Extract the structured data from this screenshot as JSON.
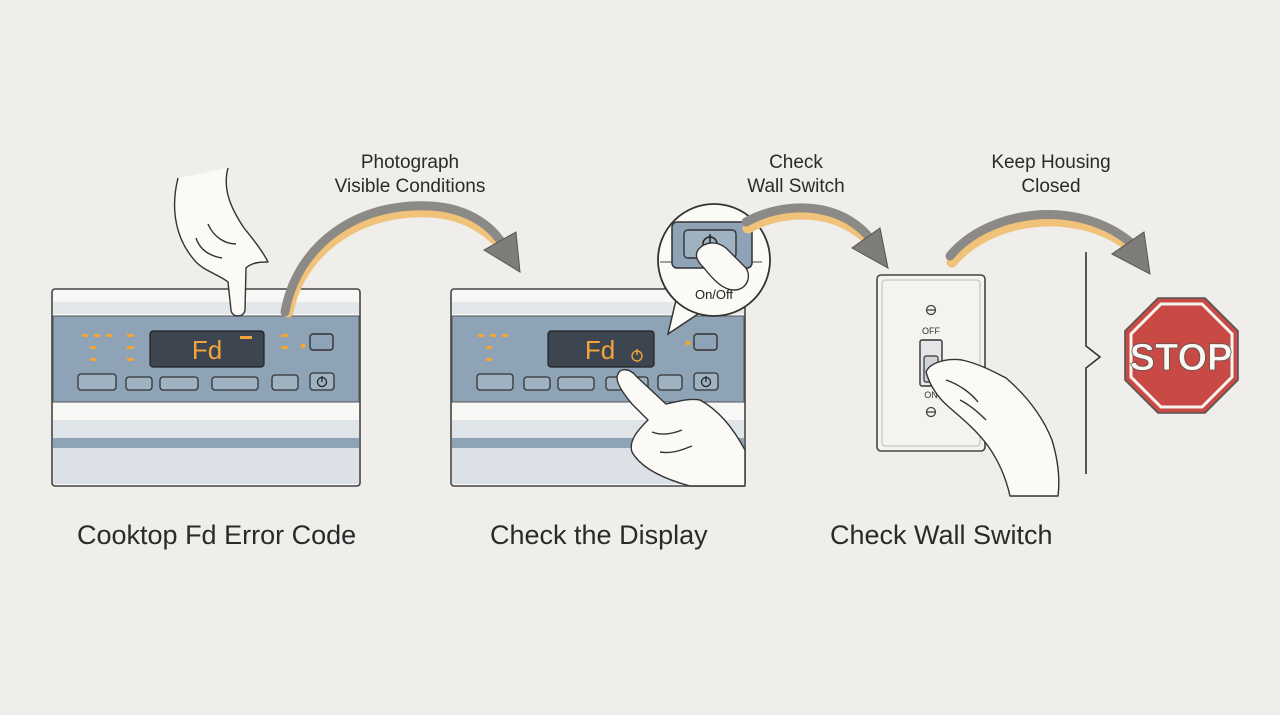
{
  "panel_one": {
    "display_code": "Fd"
  },
  "panel_two": {
    "display_code": "Fd",
    "callout_label": "On/Off"
  },
  "wall_switch": {
    "off_label": "OFF",
    "on_label": "ON"
  },
  "stop_sign": {
    "label": "STOP"
  },
  "arrows": {
    "step1_label_line1": "Photograph",
    "step1_label_line2": "Visible Conditions",
    "step2_label_line1": "Check",
    "step2_label_line2": "Wall Switch",
    "step3_label_line1": "Keep Housing",
    "step3_label_line2": "Closed"
  },
  "captions": {
    "caption_1": "Cooktop Fd Error Code",
    "caption_2": "Check the Display",
    "caption_3": "Check Wall Switch"
  },
  "colors": {
    "background": "#efeeea",
    "panel_blue": "#8ea3b5",
    "display_dark": "#3d4650",
    "led_amber": "#f2a43a",
    "arrow_gray": "#8c8a86",
    "arrow_highlight": "#f0c27a",
    "stop_red": "#c94a45"
  }
}
